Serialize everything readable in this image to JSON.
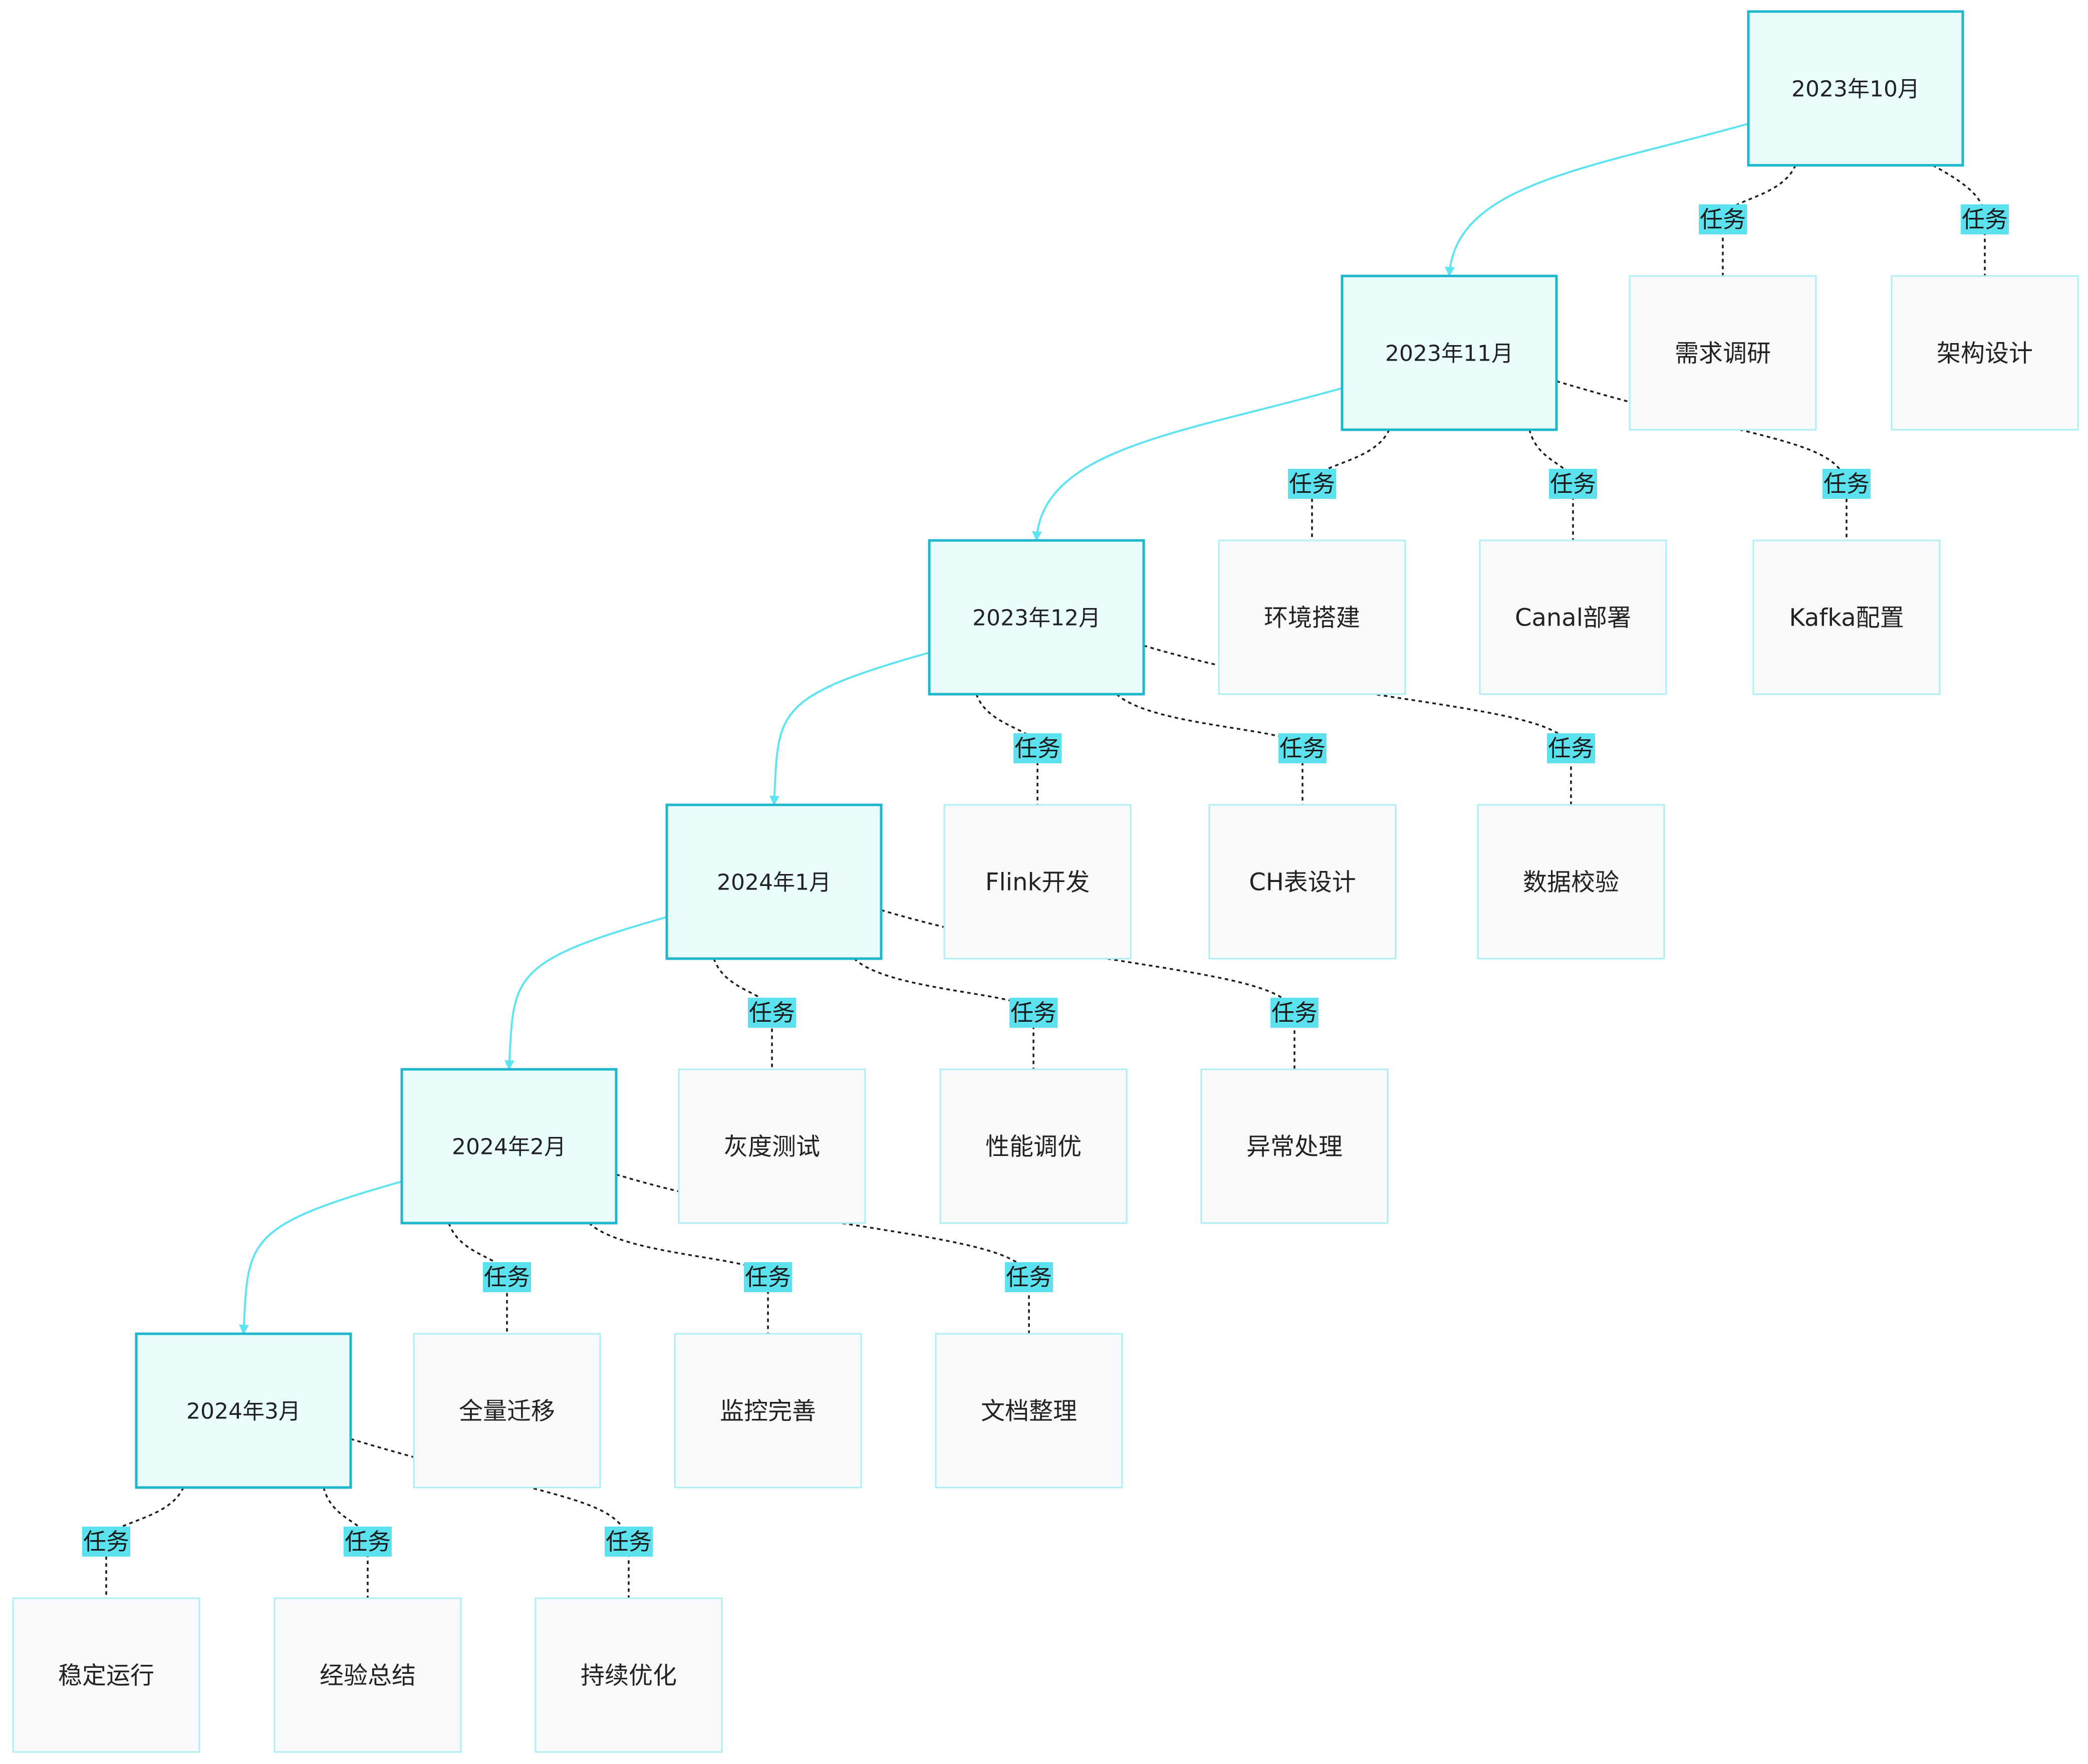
{
  "diagram": {
    "edge_label": "任务",
    "months": [
      {
        "label": "2023年10月",
        "tasks": [
          "需求调研",
          "架构设计"
        ]
      },
      {
        "label": "2023年11月",
        "tasks": [
          "环境搭建",
          "Canal部署",
          "Kafka配置"
        ]
      },
      {
        "label": "2023年12月",
        "tasks": [
          "Flink开发",
          "CH表设计",
          "数据校验"
        ]
      },
      {
        "label": "2024年1月",
        "tasks": [
          "灰度测试",
          "性能调优",
          "异常处理"
        ]
      },
      {
        "label": "2024年2月",
        "tasks": [
          "全量迁移",
          "监控完善",
          "文档整理"
        ]
      },
      {
        "label": "2024年3月",
        "tasks": [
          "稳定运行",
          "经验总结",
          "持续优化"
        ]
      }
    ],
    "colors": {
      "month_fill": "#e9fdfd",
      "month_border": "#1eb6cc",
      "task_fill": "#f7f9fb",
      "task_border": "#aeeef6",
      "flow_arrow": "#5ee3f1",
      "task_link": "#1a1a1a",
      "label_background": "#5ce1ee"
    }
  }
}
